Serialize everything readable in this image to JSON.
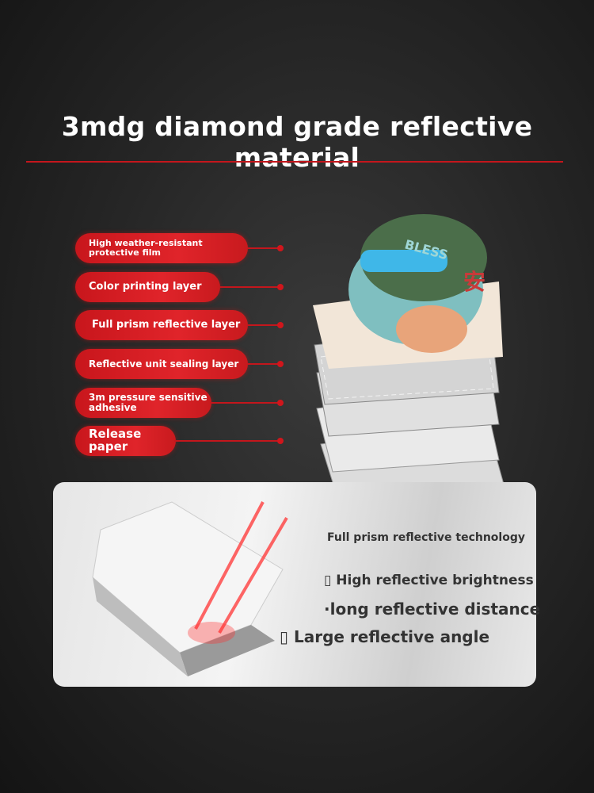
{
  "title": "3mdg diamond grade reflective material",
  "layers": [
    "High weather-resistant protective film",
    "Color printing layer",
    "Full prism reflective layer",
    "Reflective unit sealing layer",
    "3m pressure sensitive adhesive",
    "Release paper"
  ],
  "illustration": {
    "helmet_text": "BLESS",
    "helmet_char": "安"
  },
  "panel": {
    "heading": "Full prism reflective technology",
    "features": [
      "▯ High reflective brightness",
      "·long reflective distance",
      "▯ Large reflective angle"
    ]
  },
  "colors": {
    "accent": "#c4161c",
    "background": "#262626"
  }
}
